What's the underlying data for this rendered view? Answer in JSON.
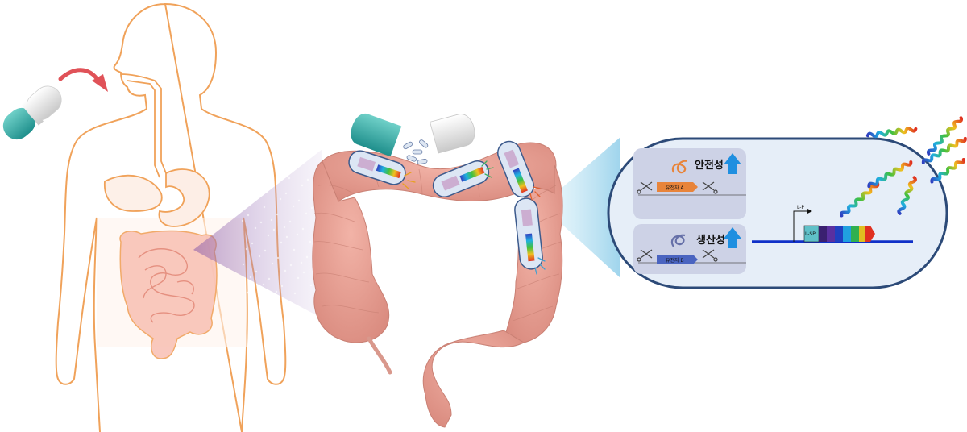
{
  "boxes": {
    "top": {
      "trait": "안전성",
      "gene": "유전자 A"
    },
    "bottom": {
      "trait": "생산성",
      "gene": "유전자 B"
    }
  },
  "construct": {
    "promoter": "L-P",
    "signal": "L-SP"
  },
  "colors": {
    "skin_line": "#f0a25a",
    "organ": "#f7b7ad",
    "colon": "#e8a195",
    "capsule_teal": "#39b1ad",
    "capsule_white": "#e6e6e6",
    "arrow_red": "#e05258",
    "cell_border": "#2c4a78",
    "cell_fill": "#e6eef8",
    "up_arrow": "#1f8fe0",
    "gene_a": "#e8843a",
    "gene_b": "#4a64c0",
    "dna_line": "#1030c8"
  }
}
